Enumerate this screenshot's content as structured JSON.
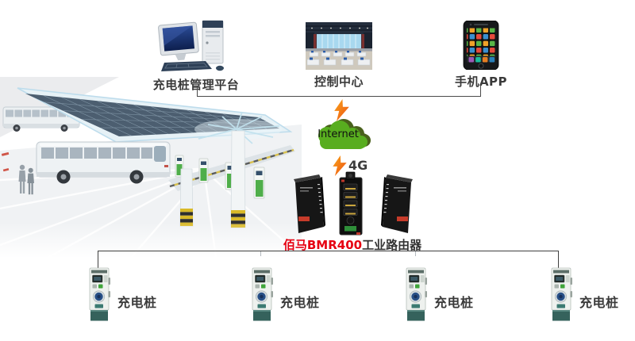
{
  "top_nodes": {
    "platform": {
      "label": "充电桩管理平台",
      "icon": "desktop-computer-icon"
    },
    "control_center": {
      "label": "控制中心",
      "icon": "control-room-photo"
    },
    "mobile_app": {
      "label": "手机APP",
      "icon": "smartphone-icon"
    }
  },
  "network": {
    "cloud_label": "Internet",
    "link_label": "4G",
    "cloud_icon": "internet-cloud-icon",
    "link_icon": "lightning-bolt-icon"
  },
  "router": {
    "brand": "佰马BMR400",
    "suffix": "工业路由器",
    "icon": "industrial-router-photo"
  },
  "piles": [
    {
      "label": "充电桩",
      "icon": "charging-pile-icon"
    },
    {
      "label": "充电桩",
      "icon": "charging-pile-icon"
    },
    {
      "label": "充电桩",
      "icon": "charging-pile-icon"
    },
    {
      "label": "充电桩",
      "icon": "charging-pile-icon"
    }
  ],
  "scene": {
    "illustration": "solar-canopy-bus-charging-station"
  },
  "colors": {
    "accent_red": "#e60012",
    "cloud_green": "#58ad1f",
    "cloud_shadow_green": "#49611c",
    "bolt_orange": "#ef5b24",
    "connector_line": "#4a4a4a",
    "label_text": "#3a3a3a",
    "pile_base_teal": "#35625c"
  }
}
